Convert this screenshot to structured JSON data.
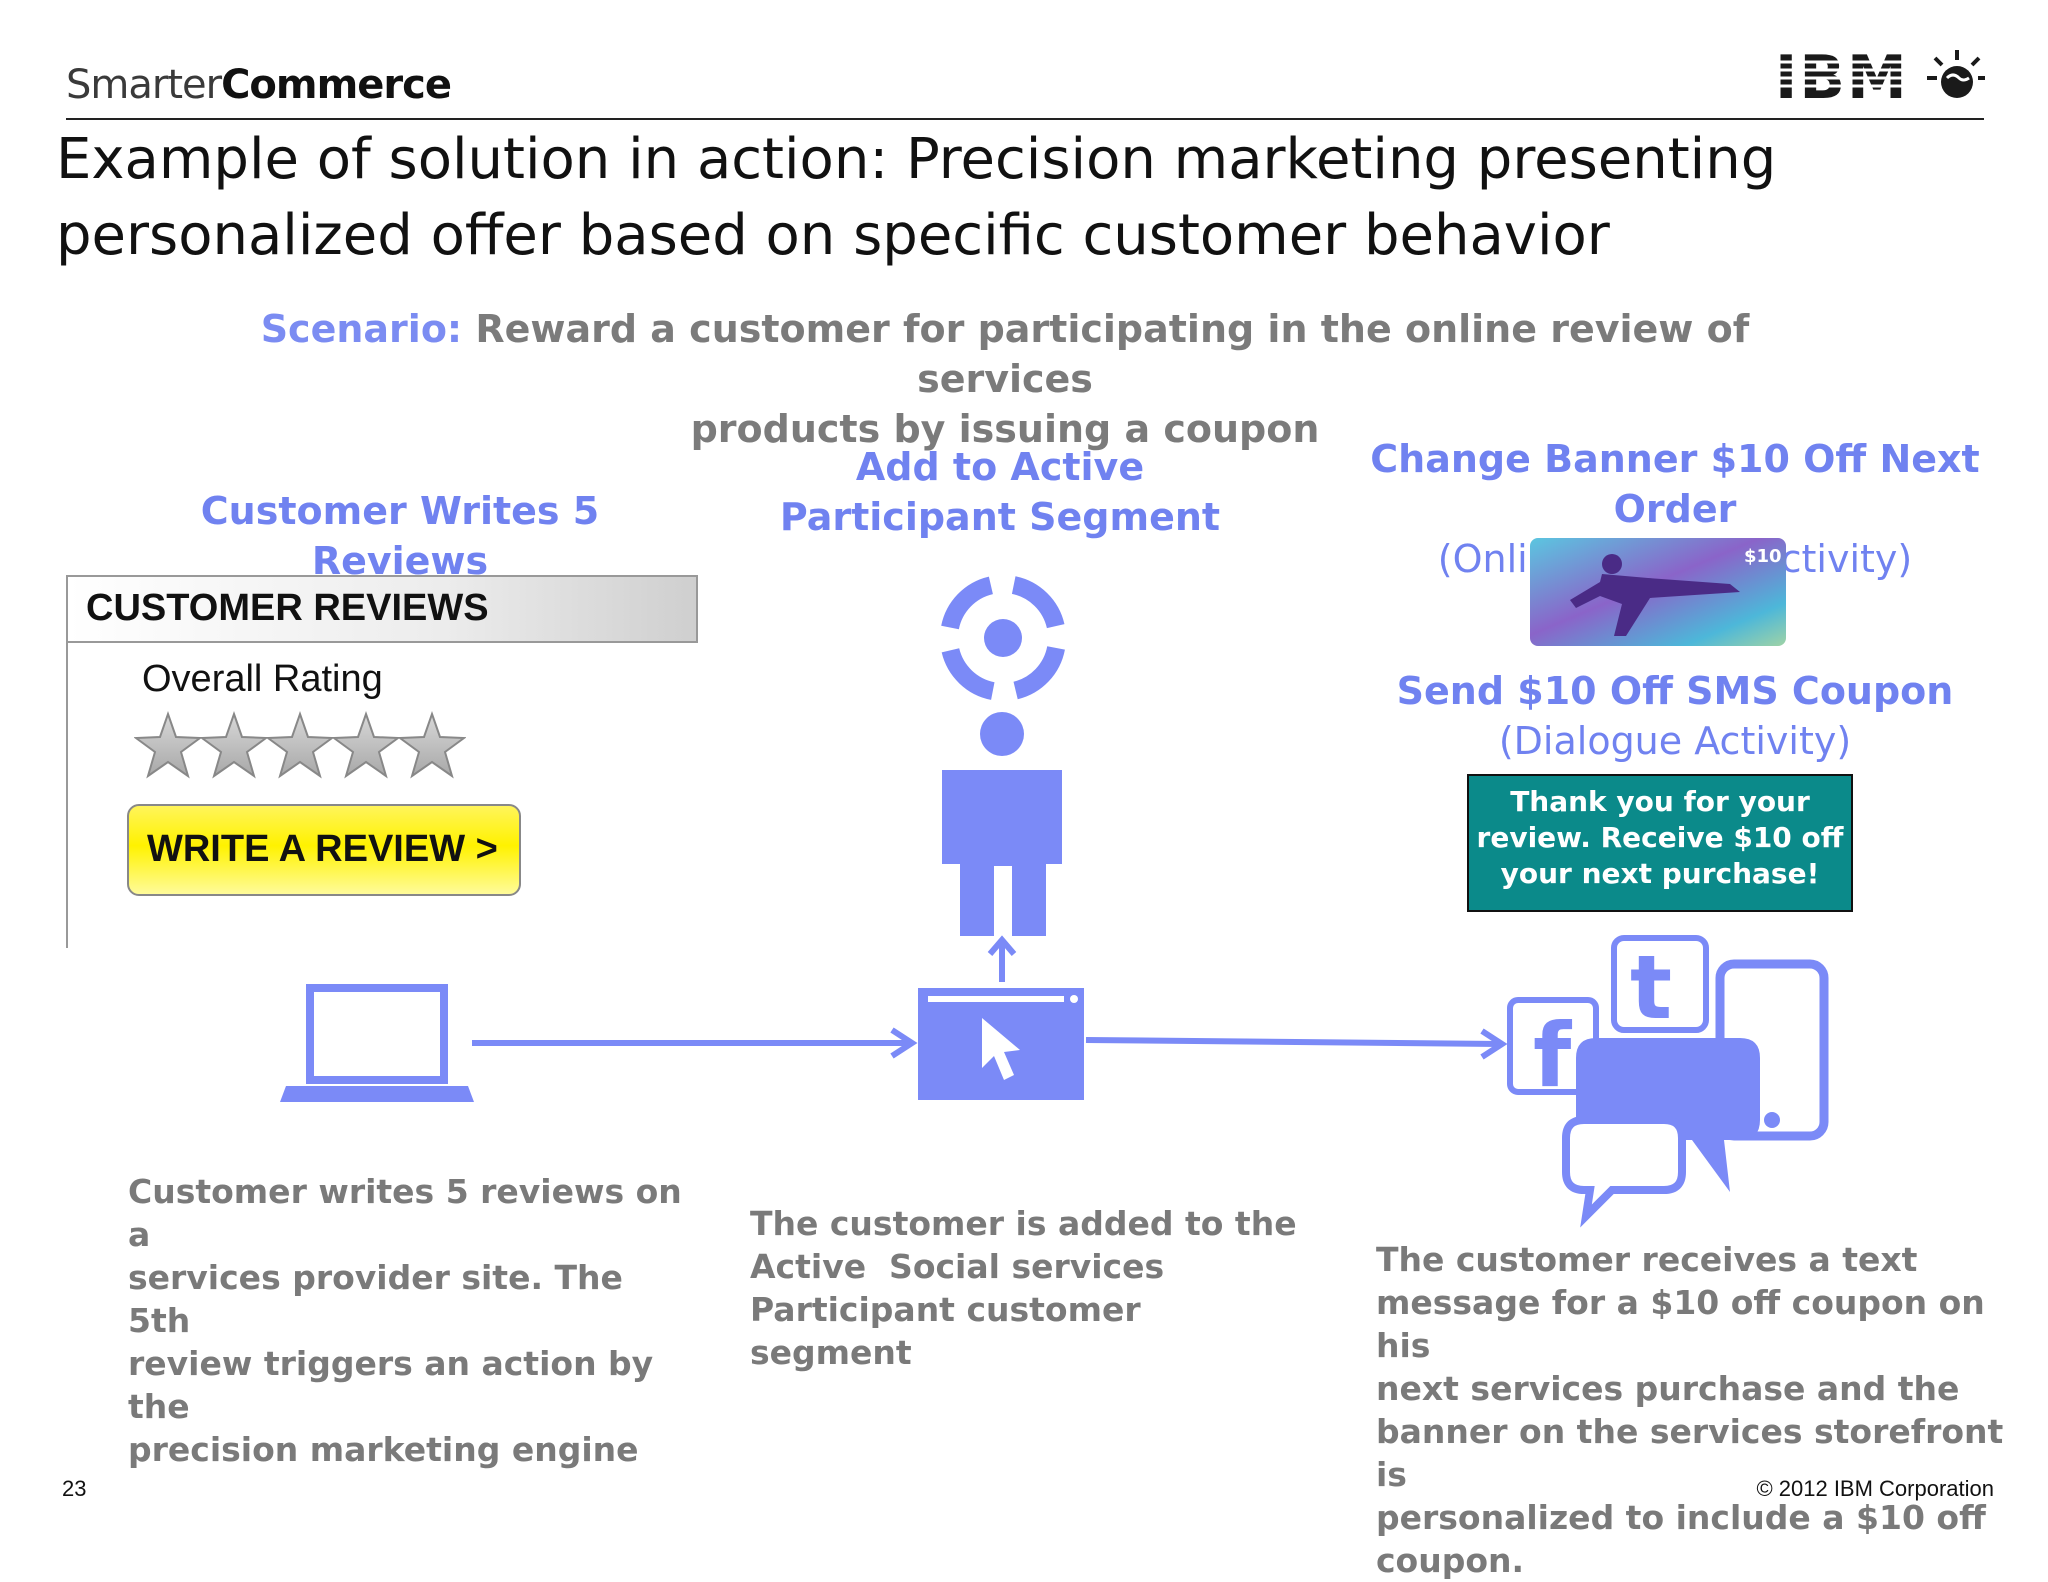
{
  "header": {
    "brand_light": "Smarter",
    "brand_bold": "Commerce",
    "logo_text": "IBM",
    "title_line1": "Example of solution in action: Precision marketing presenting",
    "title_line2": "personalized offer based on specific customer behavior"
  },
  "scenario": {
    "label": "Scenario:",
    "text_line1": " Reward a customer for participating in the online review of services",
    "text_line2": "products by issuing a coupon"
  },
  "col1": {
    "heading": "Customer Writes 5 Reviews",
    "reviews_header": "CUSTOMER REVIEWS",
    "rating_label": "Overall Rating",
    "star_count": 5,
    "button_label": "WRITE A REVIEW >",
    "desc_lines": [
      "Customer writes 5 reviews on a",
      "services provider site. The 5th",
      "review triggers an action by the",
      "precision marketing engine"
    ]
  },
  "col2": {
    "heading_line1": "Add to Active",
    "heading_line2": "Participant Segment",
    "desc_lines": [
      "The customer is added to the",
      "Active  Social services",
      "Participant customer segment"
    ]
  },
  "col3": {
    "banner_heading": "Change Banner $10 Off Next Order",
    "banner_sub": "(Online Channel Activity)",
    "banner_badge": "$10",
    "sms_heading": "Send $10 Off SMS Coupon",
    "sms_sub": "(Dialogue Activity)",
    "sms_lines": [
      "Thank you for your",
      "review. Receive $10 off",
      "your next purchase!"
    ],
    "desc_lines": [
      "The customer receives a text",
      "message for a $10 off coupon on his",
      "next services purchase and the",
      "banner on the services storefront is",
      "personalized to include a $10 off",
      "coupon."
    ]
  },
  "footer": {
    "page_number": "23",
    "copyright": "© 2012 IBM Corporation"
  },
  "colors": {
    "accent_blue": "#7082f0",
    "icon_blue": "#7b8af7",
    "teal_box": "#0b8a8a",
    "gray_text": "#7a7a7a"
  }
}
